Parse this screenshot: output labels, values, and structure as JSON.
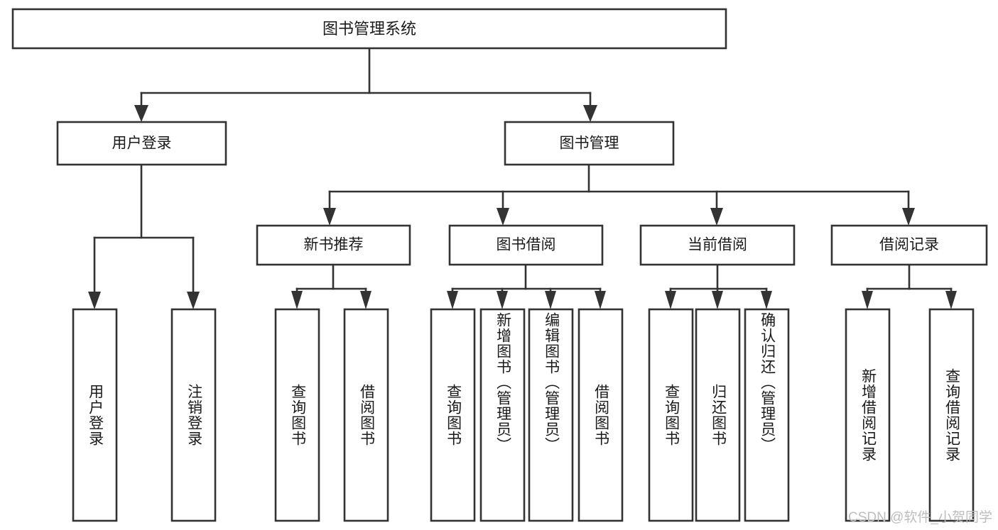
{
  "diagram": {
    "type": "tree-hierarchy",
    "title": "图书管理系统",
    "orientation": "top-down",
    "colors": {
      "stroke": "#333333",
      "fill": "#ffffff",
      "text": "#1a1a1a",
      "watermark": "#bdbdbd"
    },
    "nodes": {
      "root": {
        "label": "图书管理系统"
      },
      "level2": [
        {
          "id": "user-login",
          "label": "用户登录"
        },
        {
          "id": "book-manage",
          "label": "图书管理"
        }
      ],
      "level3": [
        {
          "id": "new-book-recommend",
          "label": "新书推荐"
        },
        {
          "id": "book-borrow",
          "label": "图书借阅"
        },
        {
          "id": "current-borrow",
          "label": "当前借阅"
        },
        {
          "id": "borrow-record",
          "label": "借阅记录"
        }
      ],
      "leaves": {
        "user-login": [
          {
            "id": "leaf-user-login",
            "label": "用户登录"
          },
          {
            "id": "leaf-logout-login",
            "label": "注销登录"
          }
        ],
        "new-book-recommend": [
          {
            "id": "leaf-query-book-1",
            "label": "查询图书"
          },
          {
            "id": "leaf-borrow-book-1",
            "label": "借阅图书"
          }
        ],
        "book-borrow": [
          {
            "id": "leaf-query-book-2",
            "label": "查询图书"
          },
          {
            "id": "leaf-add-book",
            "label": "新增图书（管理员）"
          },
          {
            "id": "leaf-edit-book",
            "label": "编辑图书（管理员）"
          },
          {
            "id": "leaf-borrow-book-2",
            "label": "借阅图书"
          }
        ],
        "current-borrow": [
          {
            "id": "leaf-query-book-3",
            "label": "查询图书"
          },
          {
            "id": "leaf-return-book",
            "label": "归还图书"
          },
          {
            "id": "leaf-confirm-return",
            "label": "确认归还（管理员）"
          }
        ],
        "borrow-record": [
          {
            "id": "leaf-add-record",
            "label": "新增借阅记录"
          },
          {
            "id": "leaf-query-record",
            "label": "查询借阅记录"
          }
        ]
      }
    }
  },
  "watermark": {
    "text": "CSDN @软件_小贺同学"
  }
}
